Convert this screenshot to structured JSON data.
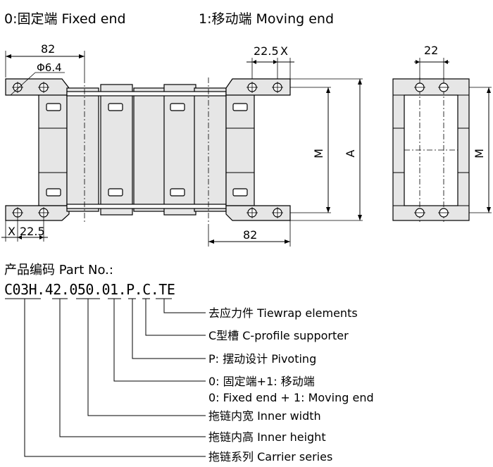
{
  "headings": {
    "fixed_end": "0:固定端 Fixed end",
    "moving_end": "1:移动端 Moving end"
  },
  "dimensions": {
    "top_width": "82",
    "hole_dia": "Φ6.4",
    "moving_pitch": "22.5",
    "moving_x": "X",
    "bottom_x": "X",
    "bottom_pitch": "22.5",
    "bottom_width": "82",
    "m_label": "M",
    "a_label": "A",
    "side_width": "22",
    "side_m_label": "M"
  },
  "part_number": {
    "title": "产品编码 Part No.:",
    "code": "C03H.42.050.01.P.C.TE",
    "legend": [
      "去应力件 Tiewrap elements",
      "C型槽 C-profile supporter",
      "P: 摆动设计 Pivoting",
      "0: 固定端+1: 移动端",
      "0: Fixed end + 1: Moving end",
      "拖链内宽 Inner width",
      "拖链内高 Inner height",
      "拖链系列 Carrier series"
    ]
  }
}
